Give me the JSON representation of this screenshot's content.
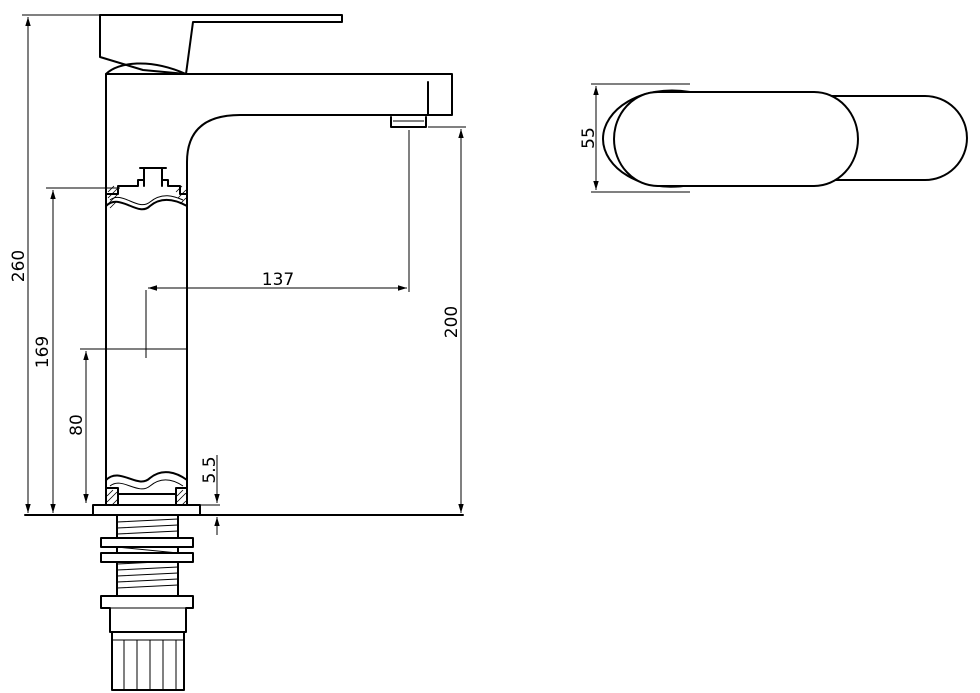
{
  "dimensions": {
    "total_height": "260",
    "inlet_height": "169",
    "body_height": "80",
    "spout_reach": "137",
    "spout_clearance": "200",
    "deck_thickness": "5.5",
    "handle_width": "55"
  },
  "colors": {
    "line": "#000000",
    "background": "#ffffff"
  }
}
